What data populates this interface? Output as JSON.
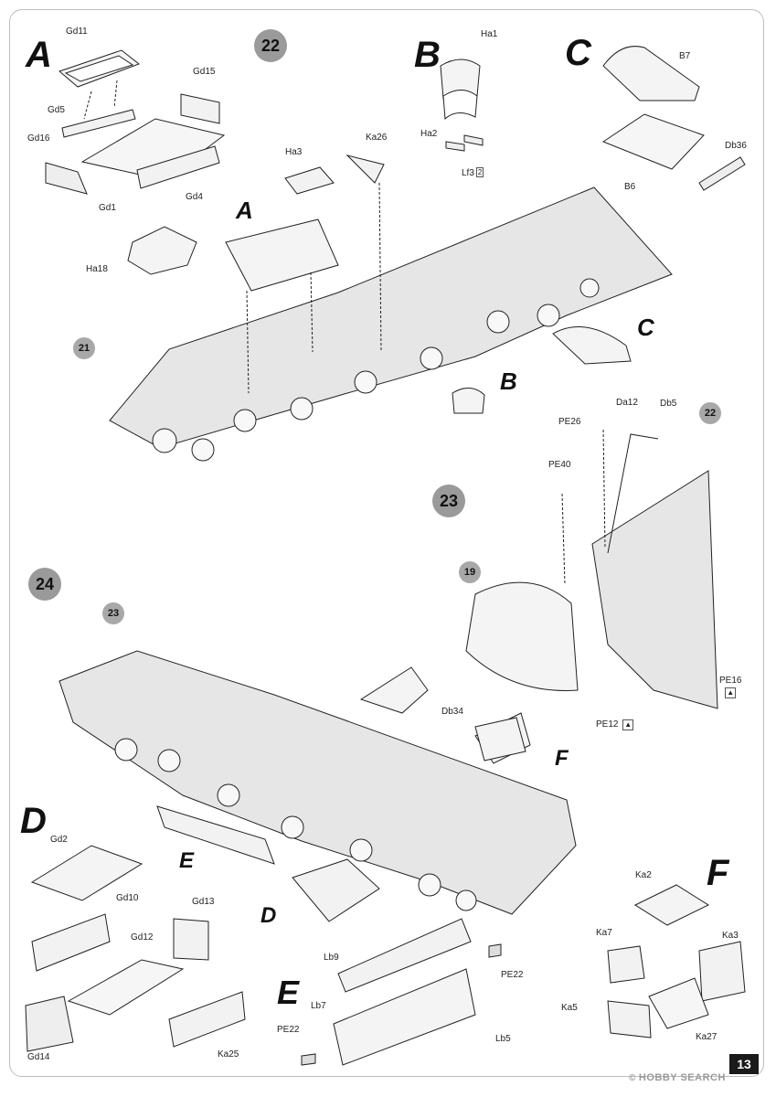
{
  "steps": [
    "22",
    "23",
    "24"
  ],
  "refs": [
    "21",
    "22",
    "19",
    "23"
  ],
  "sections": {
    "a": "A",
    "b": "B",
    "c": "C",
    "d": "D",
    "e": "E",
    "f": "F"
  },
  "labels": {
    "gd11": "Gd11",
    "gd15": "Gd15",
    "gd5": "Gd5",
    "gd16": "Gd16",
    "gd1": "Gd1",
    "gd4": "Gd4",
    "ha1": "Ha1",
    "ha2": "Ha2",
    "lf3": "Lf3",
    "lf3_qty": "2",
    "b7": "B7",
    "b6": "B6",
    "db36": "Db36",
    "ha3": "Ha3",
    "ka26": "Ka26",
    "ha18": "Ha18",
    "pe26": "PE26",
    "da12": "Da12",
    "db5": "Db5",
    "pe40": "PE40",
    "pe16": "PE16",
    "pe12": "PE12",
    "db34": "Db34",
    "gd2": "Gd2",
    "gd10": "Gd10",
    "gd13": "Gd13",
    "gd12": "Gd12",
    "gd14": "Gd14",
    "ka25": "Ka25",
    "lb9": "Lb9",
    "lb7": "Lb7",
    "pe22": "PE22",
    "lb5": "Lb5",
    "ka2": "Ka2",
    "ka7": "Ka7",
    "ka3": "Ka3",
    "ka5": "Ka5",
    "ka27": "Ka27"
  },
  "page_number": "13",
  "watermark": {
    "symbol": "©",
    "text": "HOBBY SEARCH"
  },
  "colors": {
    "step_circle": "#9a9a9a",
    "hull_fill": "#e6e6e6",
    "line": "#222222"
  }
}
